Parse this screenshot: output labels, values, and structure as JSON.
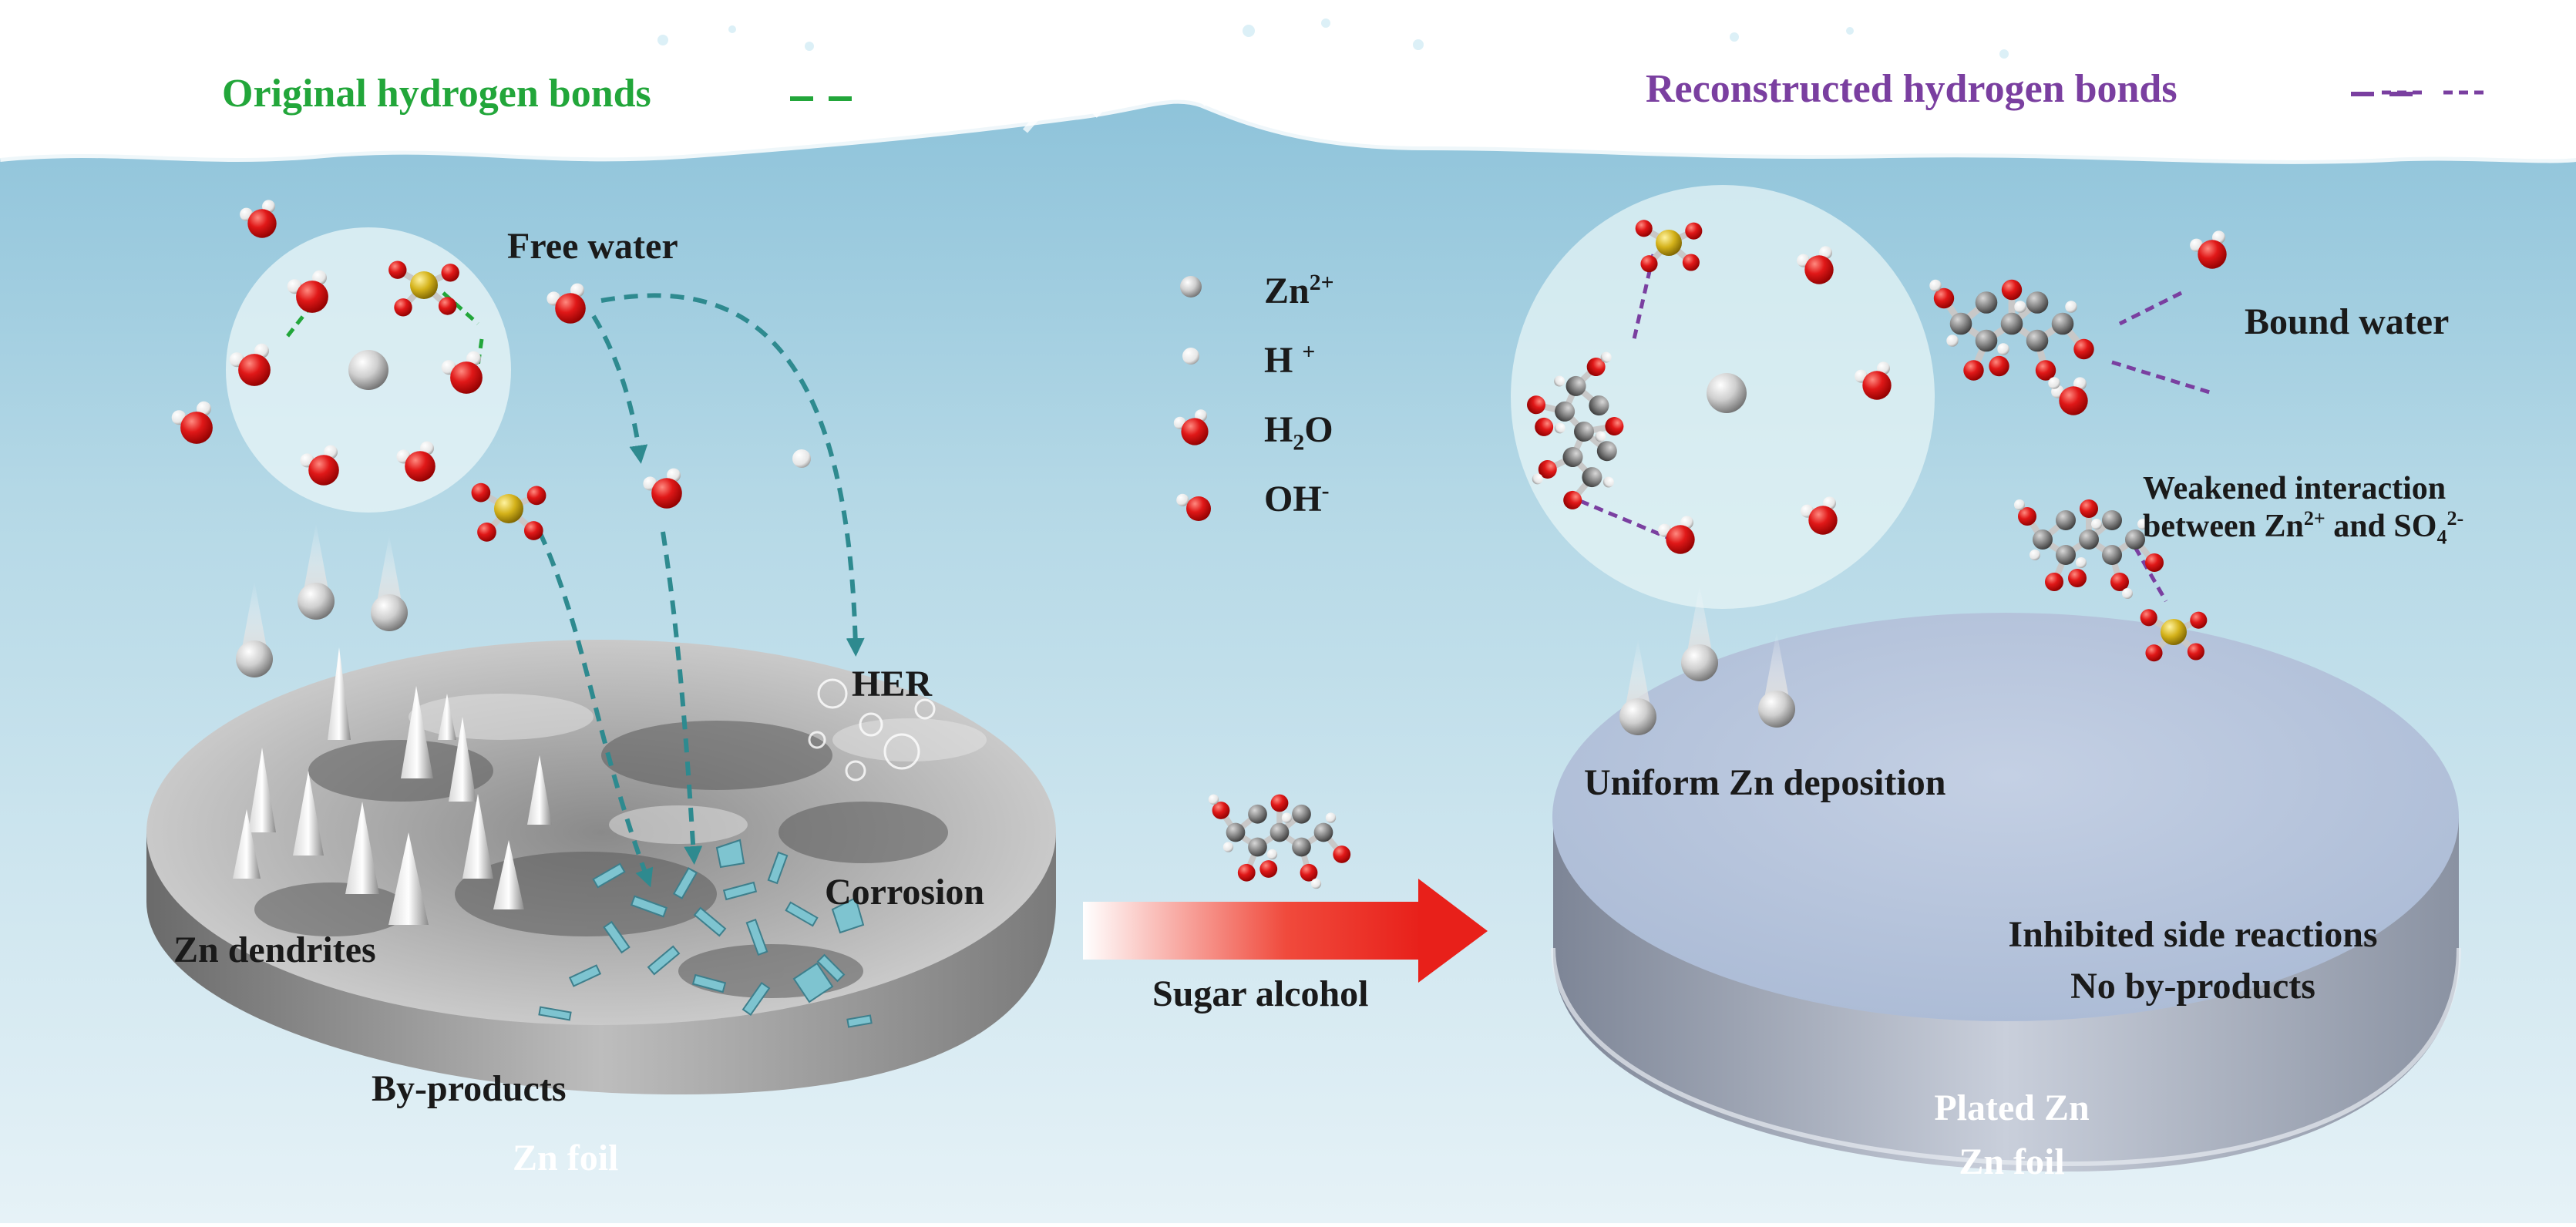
{
  "title_left": "Original hydrogen bonds",
  "title_right": "Reconstructed hydrogen bonds",
  "labels": {
    "free_water": "Free water",
    "her": "HER",
    "corrosion": "Corrosion",
    "zn_dendrites": "Zn dendrites",
    "by_products": "By-products",
    "zn_foil_left": "Zn foil",
    "sugar_alcohol": "Sugar alcohol",
    "bound_water": "Bound water",
    "weakened_line1": "Weakened interaction",
    "weakened_line2_a": "between Zn",
    "weakened_line2_b": "2+",
    "weakened_line2_c": " and SO",
    "weakened_line2_d": "4",
    "weakened_line2_e": "2-",
    "uniform": "Uniform Zn deposition",
    "inhibited": "Inhibited side reactions",
    "no_byproducts": "No by-products",
    "plated_zn": "Plated Zn",
    "zn_foil_right": "Zn foil"
  },
  "legend": [
    {
      "icon": "zn-ion-icon",
      "text": "Zn",
      "sup": "2+",
      "sub": ""
    },
    {
      "icon": "proton-icon",
      "text": "H ",
      "sup": "+",
      "sub": ""
    },
    {
      "icon": "water-molecule-icon",
      "text": "H",
      "sub": "2",
      "tail": "O",
      "sup": ""
    },
    {
      "icon": "hydroxide-icon",
      "text": "OH",
      "sup": "-",
      "sub": ""
    }
  ],
  "colors": {
    "original_bond": "#22a63a",
    "reconstructed_bond": "#7a3fa0",
    "flow_arrow": "#2e8a8f",
    "oxygen": "#e01818",
    "sulfur": "#d4b21a",
    "zinc": "#c8c8c8",
    "arrow_red": "#e8201a"
  }
}
